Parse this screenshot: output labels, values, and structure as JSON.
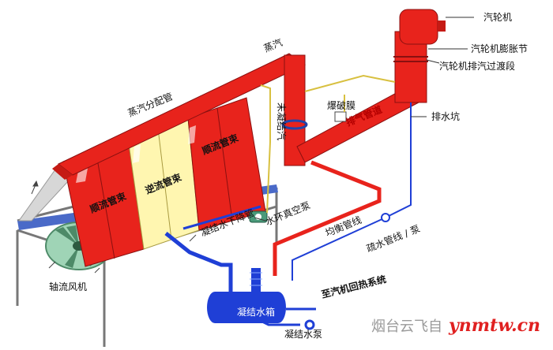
{
  "labels": {
    "turbine": "汽轮机",
    "expansion_joint": "汽轮机膨胀节",
    "exhaust_transition": "汽轮机排汽过渡段",
    "steam": "蒸汽",
    "steam_header": "蒸汽分配管",
    "rupture_disc": "爆破膜",
    "exhaust_pipe": "排气管道",
    "drain_pit": "排水坑",
    "noncondensable": "未凝结汽",
    "counterflow_bundle": "逆流管束",
    "downflow_bundle_left": "顺流管束",
    "downflow_bundle_right": "顺流管束",
    "condensate_downpipe": "凝结水下降管",
    "vacuum_pump": "水环真空泵",
    "balance_line": "均衡管线",
    "drain_line_pump": "疏水管线 / 泵",
    "axial_fan": "轴流风机",
    "condensate_tank": "凝结水箱",
    "regen_system": "至汽机回热系统",
    "condensate_pump": "凝结水泵"
  },
  "watermark": {
    "cn": "烟台云飞自",
    "url": "ynmtw.cn"
  },
  "colors": {
    "steam_red": "#e8231c",
    "condensate_blue": "#1f3fd6",
    "counterflow_yellow": "#fff6b0",
    "fan_green": "#7fbf9a",
    "frame_blue": "#3f5fb0"
  }
}
